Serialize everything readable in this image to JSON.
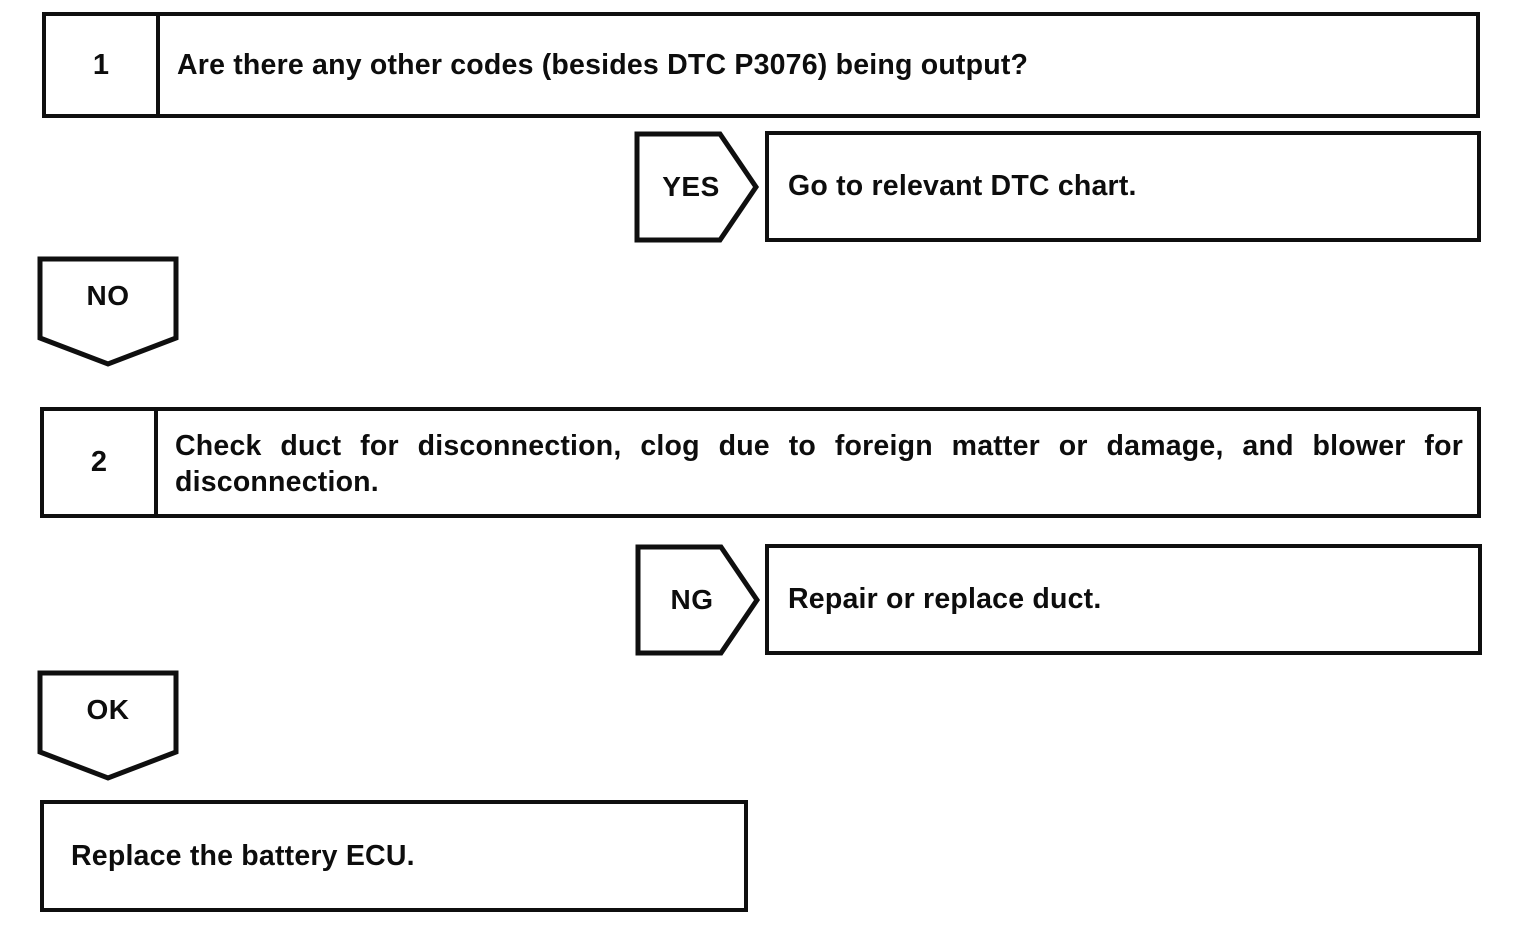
{
  "page": {
    "background": "#ffffff",
    "line_color": "#0f0f0f",
    "text_color": "#0d0d0d"
  },
  "flowchart": {
    "steps": [
      {
        "number": "1",
        "question": "Are there any other codes (besides DTC P3076) being output?",
        "branch": {
          "label": "YES",
          "action": "Go to relevant DTC chart."
        },
        "continue_label": "NO"
      },
      {
        "number": "2",
        "question": "Check duct for disconnection, clog due to foreign matter or damage, and blower for disconnection.",
        "branch": {
          "label": "NG",
          "action": "Repair or replace duct."
        },
        "continue_label": "OK"
      }
    ],
    "final_action": "Replace the battery ECU."
  }
}
